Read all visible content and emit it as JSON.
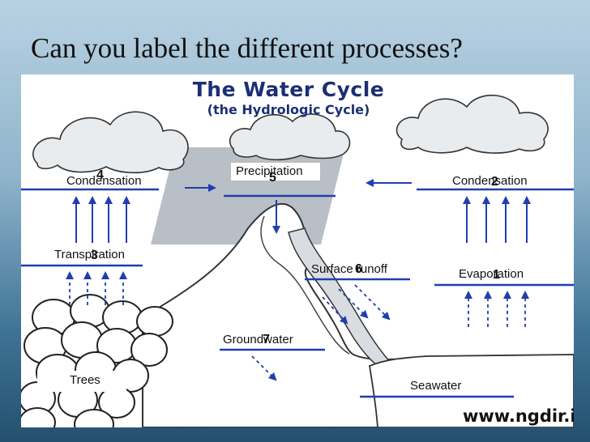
{
  "slide": {
    "title": "Can you label the different processes?"
  },
  "diagram": {
    "heading": "The Water Cycle",
    "subheading": "(the Hydrologic Cycle)",
    "watermark": "www.ngdir.ir",
    "labels": {
      "condensation_left": "Condensation",
      "condensation_right": "Condensation",
      "precipitation": "Precipitation",
      "transpiration": "Transpiration",
      "surface_runoff": "Surface runoff",
      "evaporation": "Evaporation",
      "groundwater": "Groundwater",
      "trees": "Trees",
      "seawater": "Seawater"
    },
    "numbers": {
      "n1": "1",
      "n2": "2",
      "n3": "3",
      "n4": "4",
      "n5": "5",
      "n6": "6",
      "n7": "7"
    },
    "colors": {
      "line_blue": "#1f3fae",
      "heading_navy": "#1c2f74",
      "rain_gray": "#b9bfc6"
    }
  }
}
